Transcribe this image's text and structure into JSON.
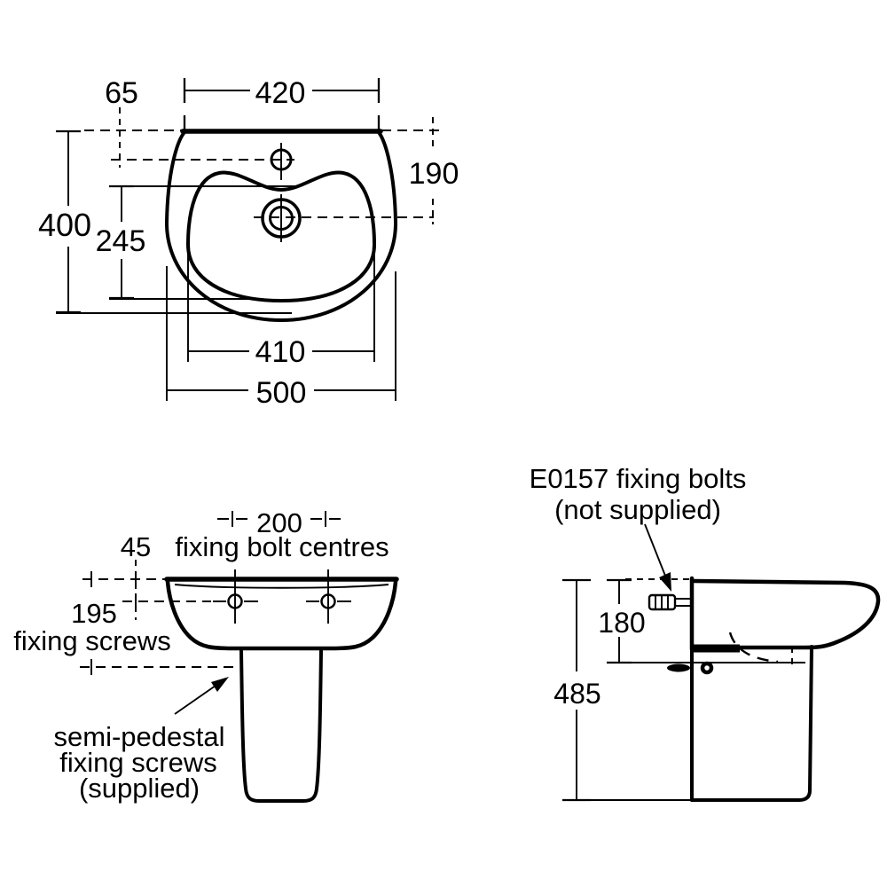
{
  "figure": {
    "type": "technical-drawing",
    "subject": "basin with semi-pedestal installation dimensions",
    "colors": {
      "ink": "#000000",
      "background": "#ffffff"
    }
  },
  "top_view": {
    "dim_420": "420",
    "dim_65": "65",
    "dim_190": "190",
    "dim_400": "400",
    "dim_245": "245",
    "dim_410": "410",
    "dim_500": "500"
  },
  "front_view": {
    "dim_200": "200",
    "dim_45": "45",
    "label_bolt_centres": "fixing bolt centres",
    "dim_195": "195",
    "label_fixing_screws": "fixing screws",
    "label_semi_pedestal_1": "semi-pedestal",
    "label_semi_pedestal_2": "fixing screws",
    "label_semi_pedestal_3": "(supplied)"
  },
  "side_view": {
    "dim_180": "180",
    "dim_485": "485",
    "label_bolts_1": "E0157 fixing bolts",
    "label_bolts_2": "(not supplied)"
  }
}
